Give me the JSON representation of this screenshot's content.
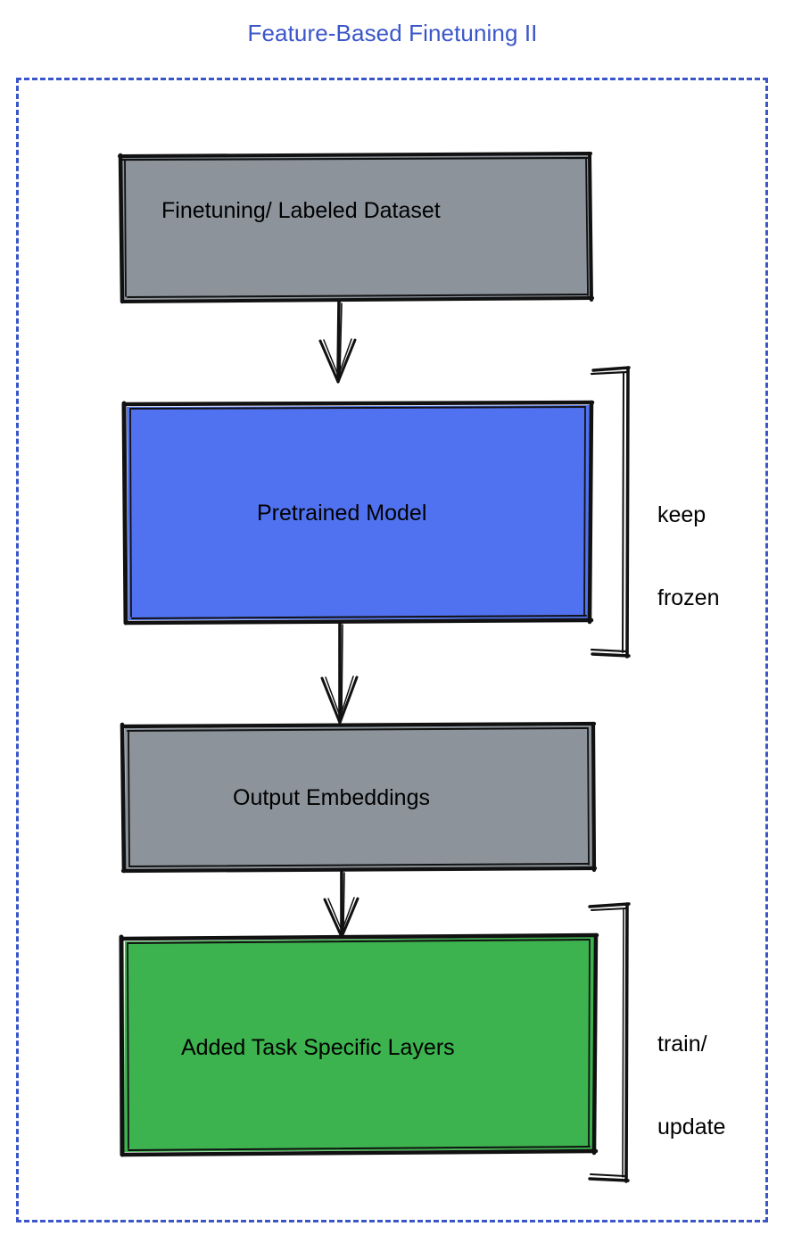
{
  "diagram": {
    "title": "Feature-Based Finetuning II",
    "title_color": "#3b56c9",
    "frame": {
      "style": "dashed",
      "color": "#3b56c9"
    },
    "nodes": [
      {
        "id": "finetuning-dataset",
        "label": "Finetuning/ Labeled Dataset",
        "fill": "#8c939b",
        "stroke": "#000000",
        "text_color": "#000000"
      },
      {
        "id": "pretrained-model",
        "label": "Pretrained Model",
        "fill": "#5172f0",
        "stroke": "#000000",
        "text_color": "#000000"
      },
      {
        "id": "output-embeddings",
        "label": "Output Embeddings",
        "fill": "#8c939b",
        "stroke": "#000000",
        "text_color": "#000000"
      },
      {
        "id": "added-task-specific-layers",
        "label": "Added Task Specific Layers",
        "fill": "#3cb34e",
        "stroke": "#000000",
        "text_color": "#000000"
      }
    ],
    "edges": [
      {
        "id": "edge-dataset-to-model",
        "from": "finetuning-dataset",
        "to": "pretrained-model",
        "style": "hand-drawn-arrow"
      },
      {
        "id": "edge-model-to-embeddings",
        "from": "pretrained-model",
        "to": "output-embeddings",
        "style": "hand-drawn-arrow"
      },
      {
        "id": "edge-embeddings-to-layers",
        "from": "output-embeddings",
        "to": "added-task-specific-layers",
        "style": "hand-drawn-arrow"
      }
    ],
    "annotations": [
      {
        "id": "keep-frozen",
        "line1": "keep",
        "line2": "frozen",
        "targets": "pretrained-model"
      },
      {
        "id": "train-update",
        "line1": "train/",
        "line2": "update",
        "targets": "added-task-specific-layers"
      }
    ]
  }
}
